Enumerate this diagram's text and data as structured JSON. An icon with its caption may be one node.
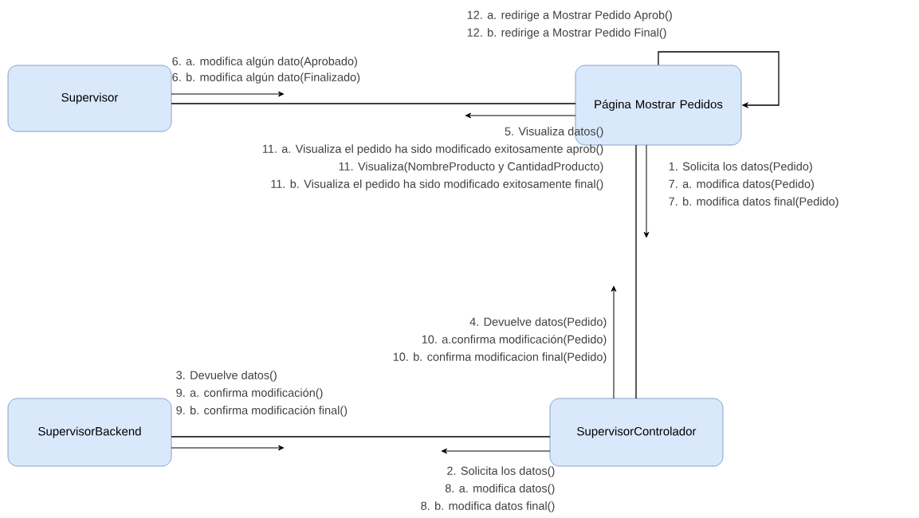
{
  "diagram": {
    "nodes": [
      {
        "text": [
          "Supervisor"
        ]
      },
      {
        "text": [
          "Página Mostrar Pedidos"
        ]
      },
      {
        "text": [
          "SupervisorBackend"
        ]
      },
      {
        "text": [
          "SupervisorControlador"
        ]
      }
    ],
    "edges": [
      {
        "from": 0,
        "to": 1,
        "arrow": "none"
      },
      {
        "from": 1,
        "to": 1,
        "arrow": "to"
      },
      {
        "from": 1,
        "to": 3,
        "arrow": "none"
      },
      {
        "from": 3,
        "to": 2,
        "arrow": "none"
      }
    ],
    "labels": [
      "12. a. redirige a Mostrar Pedido Aprob()",
      "12. b. redirige a Mostrar Pedido Final()",
      "6. a. modifica algún dato(Aprobado)",
      "6. b. modifica algún dato(Finalizado)",
      "5. Visualiza datos()",
      "11. a. Visualiza el pedido ha sido modificado exitosamente aprob()",
      "11. Visualiza(NombreProducto y CantidadProducto)",
      "11. b. Visualiza el pedido ha sido modificado exitosamente final()",
      "1. Solicita los datos(Pedido)",
      "7. a. modifica datos(Pedido)",
      "7. b. modifica datos final(Pedido)",
      "4. Devuelve datos(Pedido)",
      "10. a.confirma modificación(Pedido)",
      "10. b. confirma modificacion final(Pedido)",
      "3. Devuelve datos()",
      "9. a. confirma modificación()",
      "9. b. confirma modificación final()",
      "2. Solicita los datos()",
      "8. a.  modifica datos()",
      "8. b. modifica datos final()"
    ]
  }
}
